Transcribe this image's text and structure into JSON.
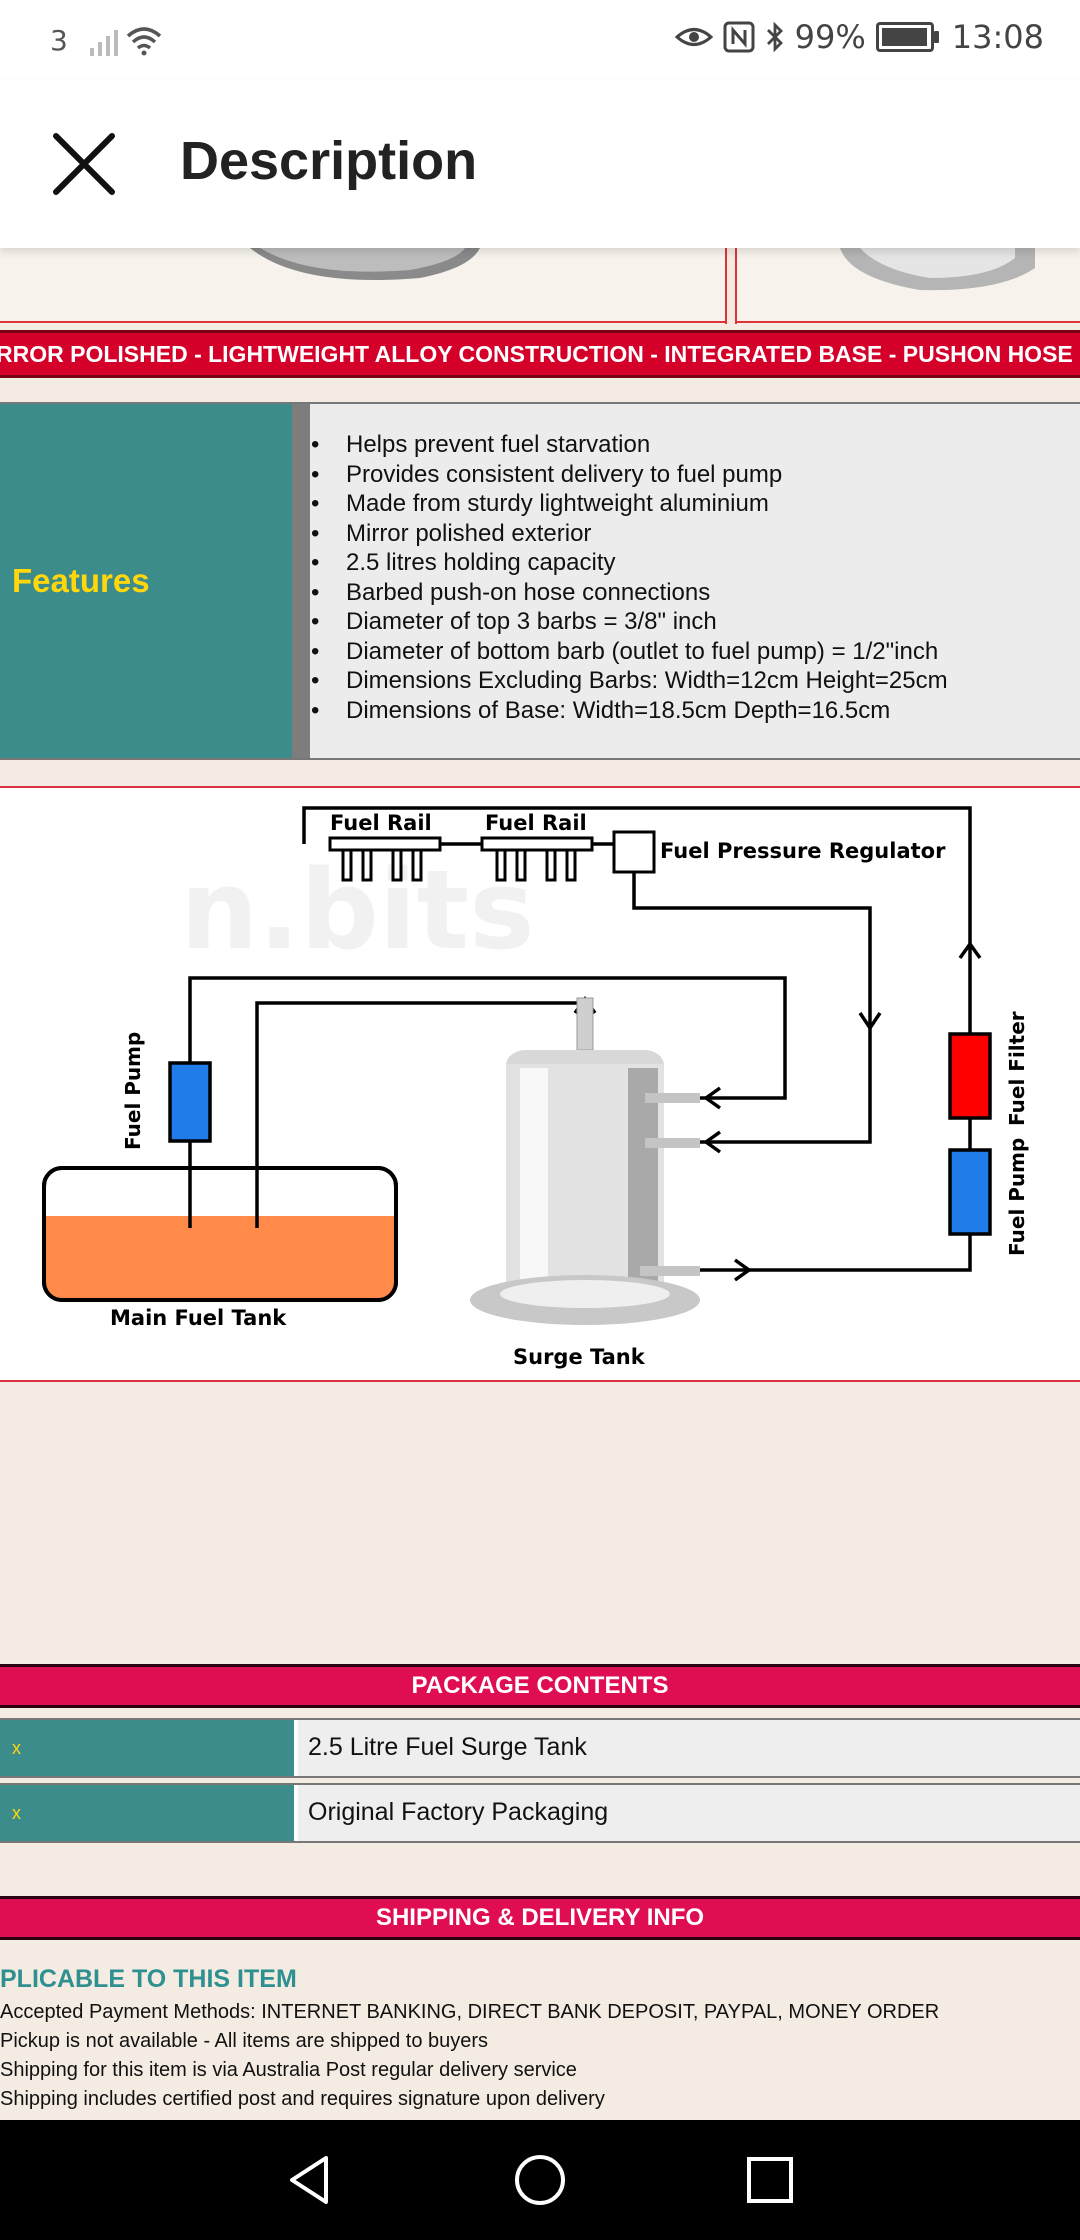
{
  "status_bar": {
    "carrier": "3",
    "battery": "99%",
    "battery_level": 99,
    "time": "13:08",
    "icons": [
      "signal-icon",
      "wifi-icon",
      "eye-icon",
      "nfc-icon",
      "bluetooth-icon",
      "battery-icon"
    ]
  },
  "header": {
    "title": "Description",
    "close_icon": "close-icon"
  },
  "ticker": {
    "text": "RROR POLISHED  -  LIGHTWEIGHT ALLOY CONSTRUCTION  -  INTEGRATED BASE  -  PUSHON HOSE BARBS"
  },
  "features": {
    "label": "Features",
    "items": [
      "Helps prevent fuel starvation",
      "Provides consistent delivery to fuel pump",
      "Made from sturdy lightweight aluminium",
      "Mirror polished exterior",
      "2.5 litres holding capacity",
      "Barbed push-on hose connections",
      "Diameter of top 3 barbs = 3/8\" inch",
      "Diameter of bottom barb (outlet to fuel pump) = 1/2\"inch",
      "Dimensions Excluding Barbs:   Width=12cm        Height=25cm",
      "Dimensions of Base:    Width=18.5cm    Depth=16.5cm"
    ]
  },
  "diagram": {
    "fuel_rail_1": "Fuel Rail",
    "fuel_rail_2": "Fuel Rail",
    "regulator": "Fuel Pressure Regulator",
    "fuel_pump_left": "Fuel Pump",
    "fuel_filter": "Fuel Filter",
    "fuel_pump_right": "Fuel Pump",
    "main_tank": "Main Fuel Tank",
    "surge_tank": "Surge Tank",
    "watermark": "n.bits"
  },
  "package": {
    "heading": "PACKAGE CONTENTS",
    "items": [
      {
        "mark": "x",
        "text": "2.5 Litre Fuel Surge Tank"
      },
      {
        "mark": "x",
        "text": "Original Factory Packaging"
      }
    ]
  },
  "shipping": {
    "heading": "SHIPPING & DELIVERY INFO",
    "subheading": "PLICABLE TO THIS ITEM",
    "lines": [
      "Accepted Payment Methods: INTERNET BANKING, DIRECT BANK DEPOSIT, PAYPAL, MONEY ORDER",
      "Pickup is not available - All items are shipped to buyers",
      "Shipping for this item is via Australia Post regular delivery service",
      "Shipping includes certified post and requires signature upon delivery"
    ]
  },
  "nav": {
    "back_icon": "back-icon",
    "home_icon": "home-icon",
    "recents_icon": "recents-icon"
  }
}
